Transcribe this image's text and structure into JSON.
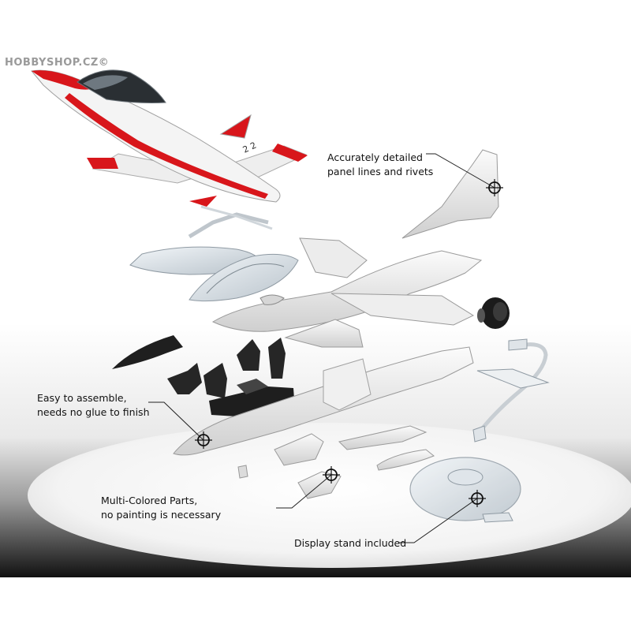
{
  "watermark": "HOBBYSHOP.CZ©",
  "callouts": {
    "panel_lines": {
      "line1": "Accurately detailed",
      "line2": "panel lines and rivets"
    },
    "assemble": {
      "line1": "Easy to assemble,",
      "line2": "needs no glue to finish"
    },
    "multicolor": {
      "line1": "Multi-Colored Parts,",
      "line2": "no painting is necessary"
    },
    "stand": {
      "line1": "Display stand included"
    }
  },
  "aircraft": {
    "fuselage_marking": "2 2",
    "colors": {
      "white": "#f4f4f4",
      "red": "#d8161b",
      "gray_part": "#e3e3e3",
      "dark_part": "#1e1e1e",
      "clear_part": "#cfd6dc"
    }
  }
}
